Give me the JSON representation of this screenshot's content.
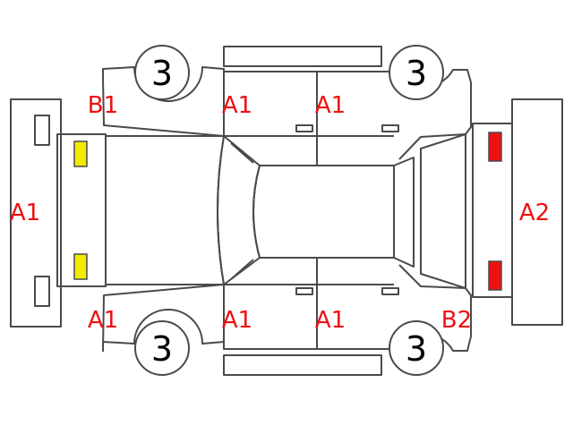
{
  "colors": {
    "outline": "#4a4a4a",
    "label": "#ee1111",
    "tire_number": "#000000",
    "front_lights": "#f2ec00",
    "rear_lights": "#ee1111",
    "background": "#ffffff"
  },
  "damage_labels": {
    "front_bumper": "A1",
    "rear_bumper": "A2",
    "left_front_fender": "B1",
    "left_front_door": "A1",
    "left_rear_door": "A1",
    "right_front_fender": "A1",
    "right_front_door": "A1",
    "right_rear_door": "A1",
    "right_rear_quarter": "B2"
  },
  "tire_numbers": {
    "left_front": "3",
    "left_rear": "3",
    "right_front": "3",
    "right_rear": "3"
  }
}
